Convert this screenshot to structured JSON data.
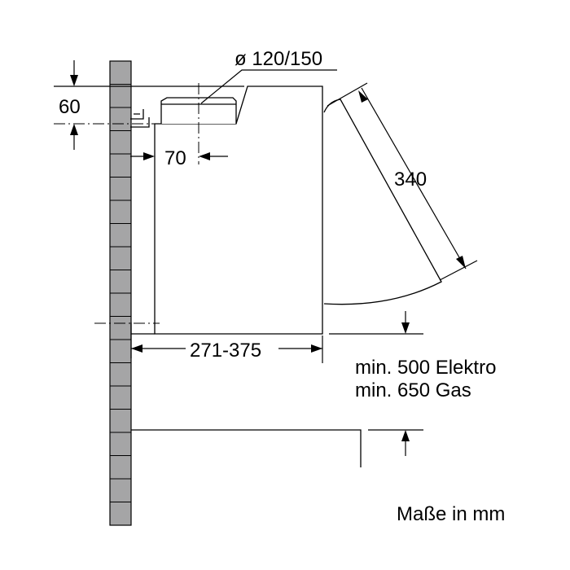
{
  "labels": {
    "duct_diameter": "ø 120/150",
    "wall_offset_60": "60",
    "duct_offset_70": "70",
    "visor_length": "340",
    "depth_range": "271-375",
    "min_distance_electric": "min. 500 Elektro",
    "min_distance_gas": "min. 650 Gas",
    "units_note": "Maße in mm"
  },
  "colors": {
    "wall_fill": "#a5a5a6",
    "line": "#000000",
    "background": "#ffffff"
  }
}
